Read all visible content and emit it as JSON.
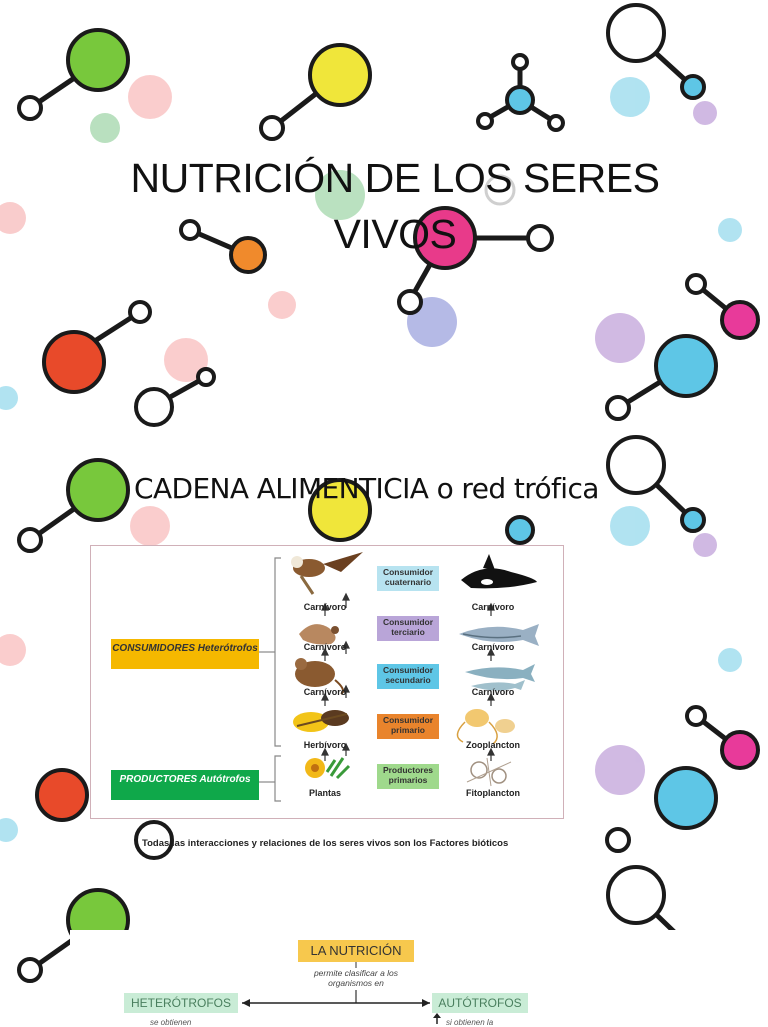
{
  "slide": {
    "title": "NUTRICIÓN DE LOS SERES VIVOS",
    "subtitle": "CADENA ALIMENTICIA o red trófica"
  },
  "food_chain": {
    "groups": [
      {
        "label": "CONSUMIDORES Heterótrofos",
        "color": "#f5b800"
      },
      {
        "label": "PRODUCTORES Autótrofos",
        "color": "#0fa84a"
      }
    ],
    "levels": [
      {
        "label": "Consumidor cuaternario",
        "color": "#b7e3f0"
      },
      {
        "label": "Consumidor terciario",
        "color": "#b9a5d8"
      },
      {
        "label": "Consumidor secundario",
        "color": "#5ec6e6"
      },
      {
        "label": "Consumidor primario",
        "color": "#e9842c"
      },
      {
        "label": "Productores primarios",
        "color": "#9fd98c"
      }
    ],
    "land": [
      "Carnívoro",
      "Carnívoro",
      "Carnívoro",
      "Herbívoro",
      "Plantas"
    ],
    "sea": [
      "Carnívoro",
      "Carnívoro",
      "Carnívoro",
      "Zooplancton",
      "Fitoplancton"
    ],
    "caption": "Todas las interacciones y relaciones de los seres vivos son los Factores bióticos"
  },
  "nutrition": {
    "title": "LA NUTRICIÓN",
    "description": "permite clasificar a los organismos en",
    "left": "HETERÓTROFOS",
    "right": "AUTÓTROFOS",
    "left_sub": "se obtienen",
    "right_sub": "si obtienen la"
  }
}
